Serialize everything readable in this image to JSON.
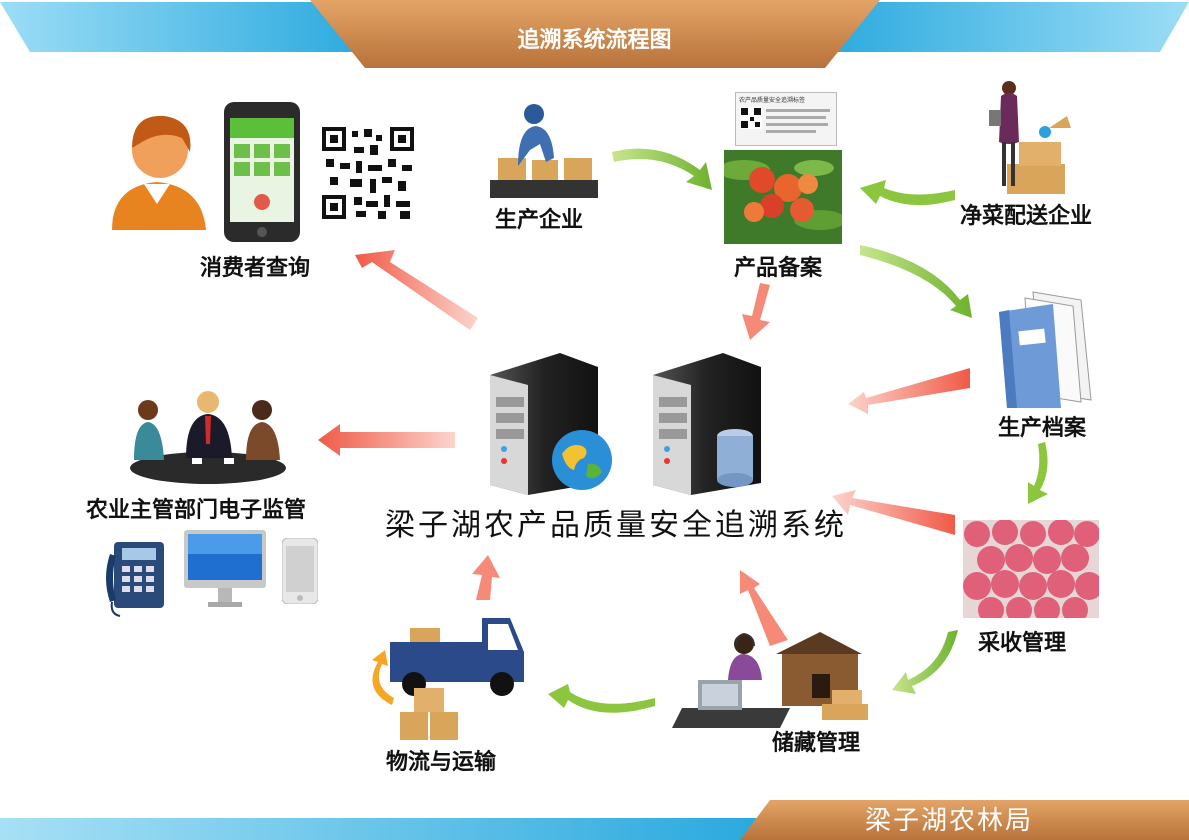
{
  "header": {
    "title": "追溯系统流程图"
  },
  "center": {
    "title": "梁子湖农产品质量安全追溯系统"
  },
  "nodes": {
    "consumer": "消费者查询",
    "producer": "生产企业",
    "record": "产品备案",
    "distributor": "净菜配送企业",
    "archive": "生产档案",
    "harvest": "采收管理",
    "storage": "储藏管理",
    "logistics": "物流与运输",
    "supervision": "农业主管部门电子监管"
  },
  "label_card": {
    "title": "农产品质量安全追溯标签"
  },
  "footer": {
    "title": "梁子湖农林局"
  },
  "colors": {
    "header_orange": "#C98A4B",
    "header_blue": "#34B3E4",
    "green_arrow": "#8CC63F",
    "red_arrow": "#F0604D"
  }
}
